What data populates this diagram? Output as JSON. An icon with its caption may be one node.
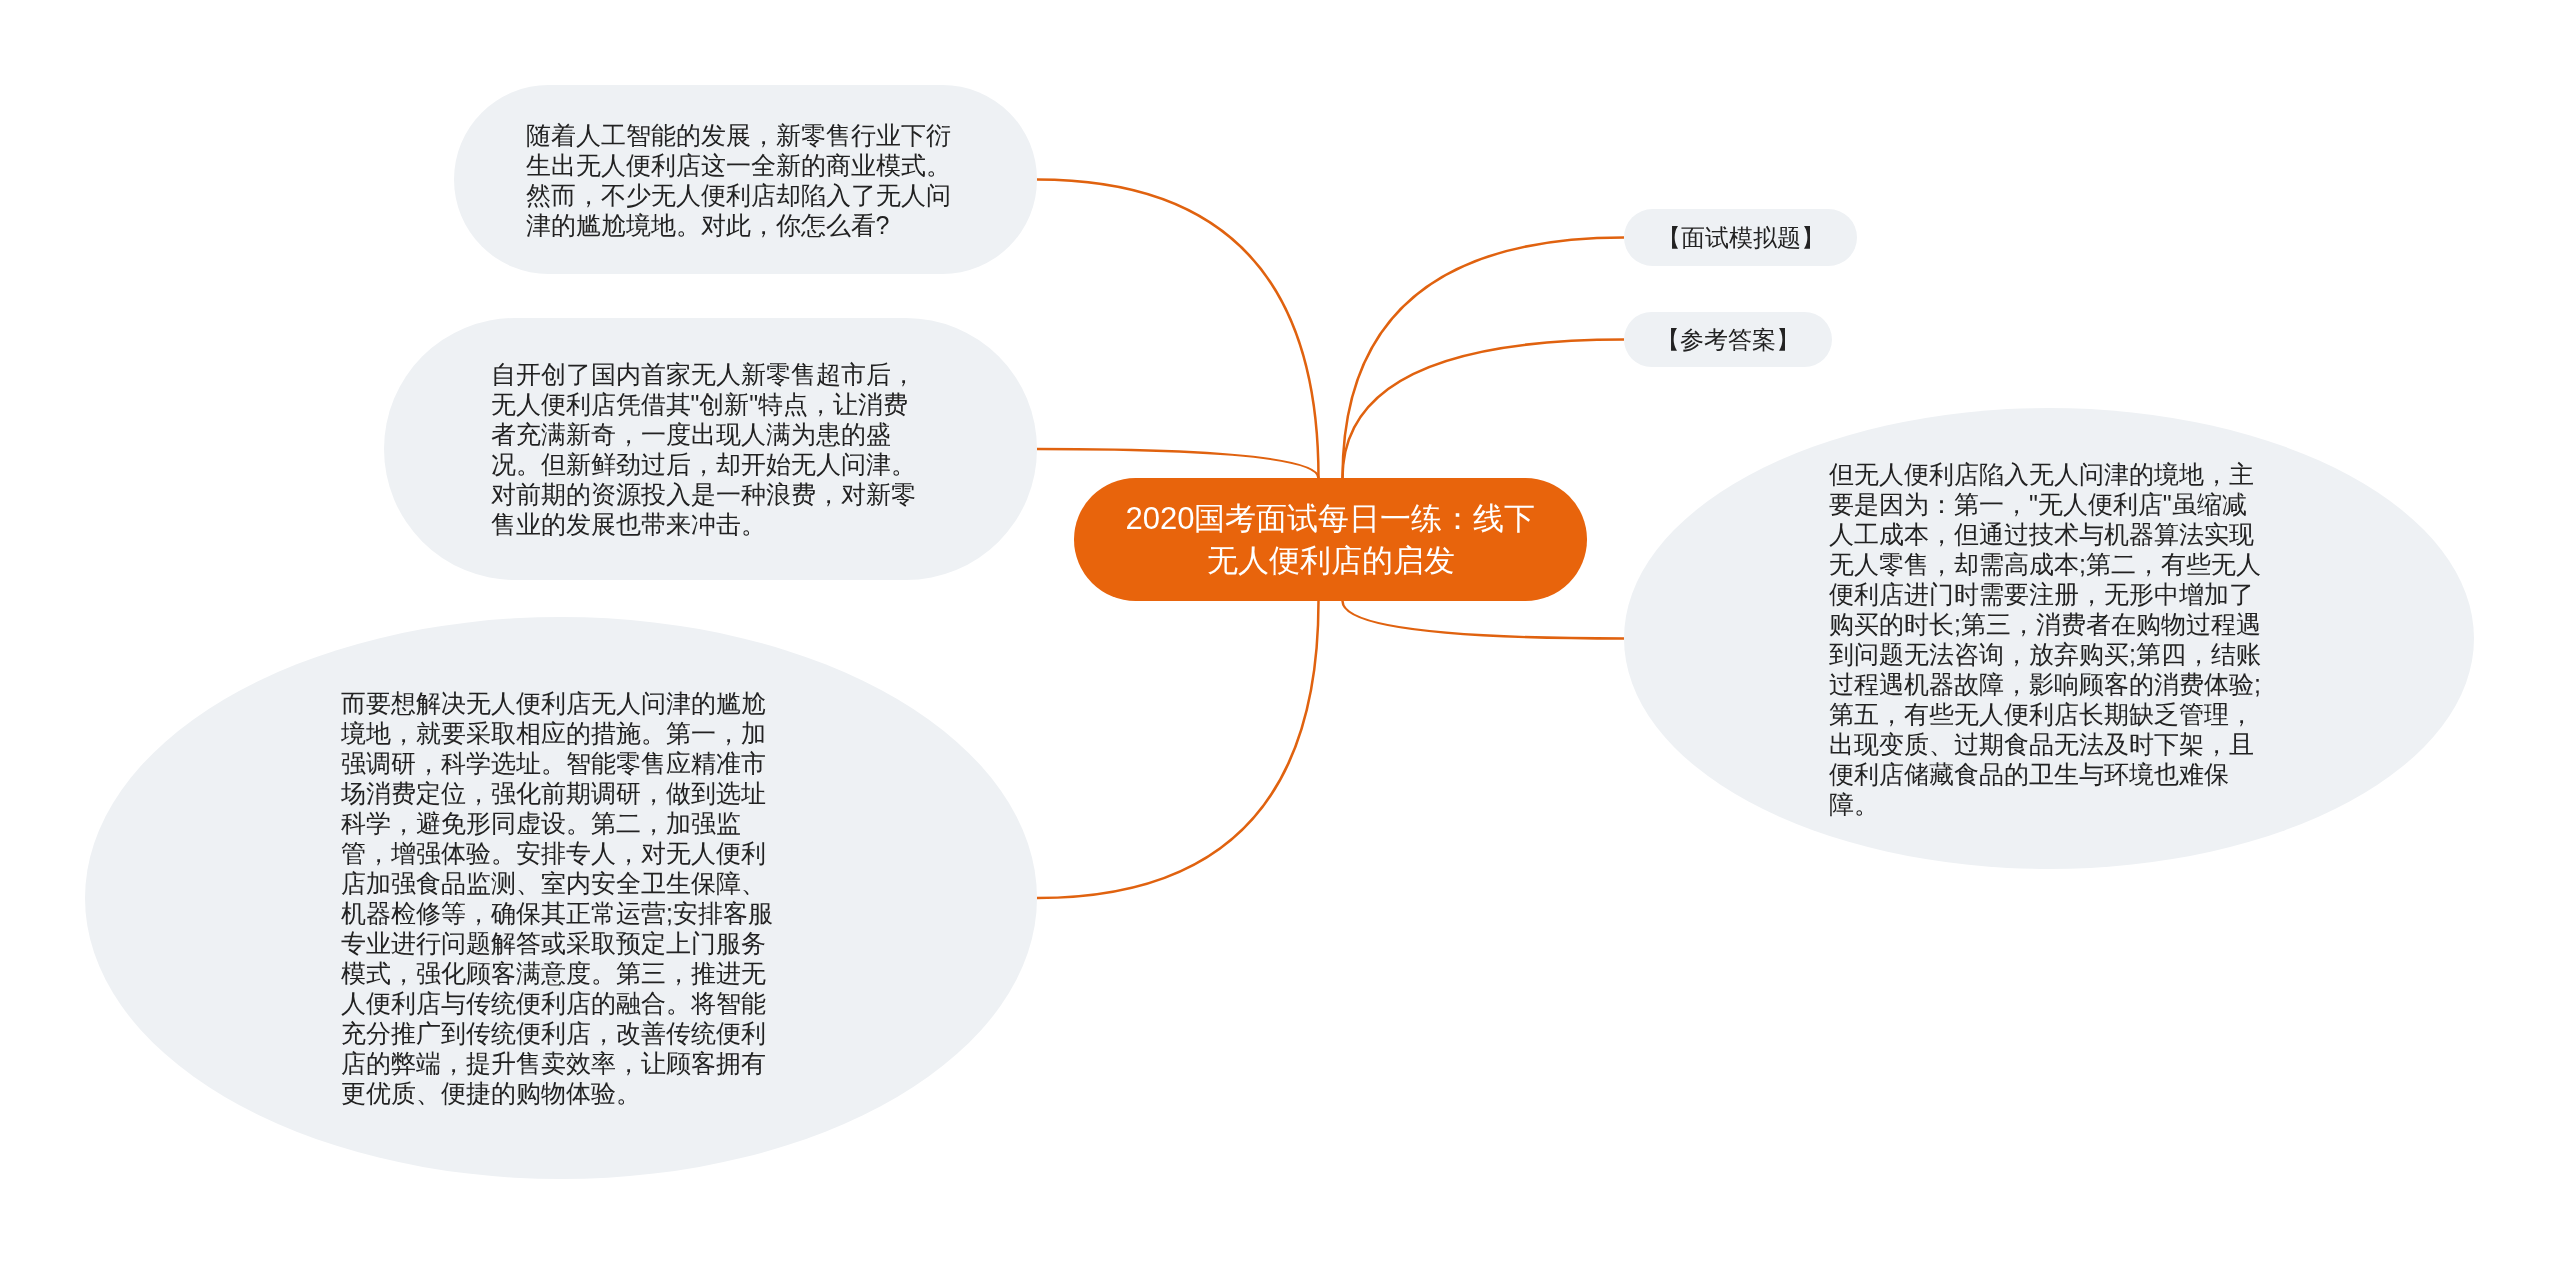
{
  "diagram": {
    "nodes": [
      {
        "text": [
          "2020国考面试每日一练：线下无人便利店的启发"
        ]
      },
      {
        "text": [
          "随着人工智能的发展，新零售行业下衍生出无人便利店这一全新的商业模式。然而，不少无人便利店却陷入了无人问津的尴尬境地。对此，你怎么看?"
        ]
      },
      {
        "text": [
          "自开创了国内首家无人新零售超市后，无人便利店凭借其\"创新\"特点，让消费者充满新奇，一度出现人满为患的盛况。但新鲜劲过后，却开始无人问津。对前期的资源投入是一种浪费，对新零售业的发展也带来冲击。"
        ]
      },
      {
        "text": [
          "而要想解决无人便利店无人问津的尴尬境地，就要采取相应的措施。第一，加强调研，科学选址。智能零售应精准市场消费定位，强化前期调研，做到选址科学，避免形同虚设。第二，加强监管，增强体验。安排专人，对无人便利店加强食品监测、室内安全卫生保障、机器检修等，确保其正常运营;安排客服专业进行问题解答或采取预定上门服务模式，强化顾客满意度。第三，推进无人便利店与传统便利店的融合。将智能充分推广到传统便利店，改善传统便利店的弊端，提升售卖效率，让顾客拥有更优质、便捷的购物体验。"
        ]
      },
      {
        "text": [
          "【面试模拟题】"
        ]
      },
      {
        "text": [
          "【参考答案】"
        ]
      },
      {
        "text": [
          "但无人便利店陷入无人问津的境地，主要是因为：第一，\"无人便利店\"虽缩减人工成本，但通过技术与机器算法实现无人零售，却需高成本;第二，有些无人便利店进门时需要注册，无形中增加了购买的时长;第三，消费者在购物过程遇到问题无法咨询，放弃购买;第四，结账过程遇机器故障，影响顾客的消费体验;第五，有些无人便利店长期缺乏管理，出现变质、过期食品无法及时下架，且便利店储藏食品的卫生与环境也难保障。"
        ]
      }
    ],
    "edges": [
      {
        "from": 0,
        "to": 1,
        "arrow": "none"
      },
      {
        "from": 0,
        "to": 2,
        "arrow": "none"
      },
      {
        "from": 0,
        "to": 3,
        "arrow": "none"
      },
      {
        "from": 0,
        "to": 4,
        "arrow": "none"
      },
      {
        "from": 0,
        "to": 5,
        "arrow": "none"
      },
      {
        "from": 0,
        "to": 6,
        "arrow": "none"
      }
    ]
  }
}
